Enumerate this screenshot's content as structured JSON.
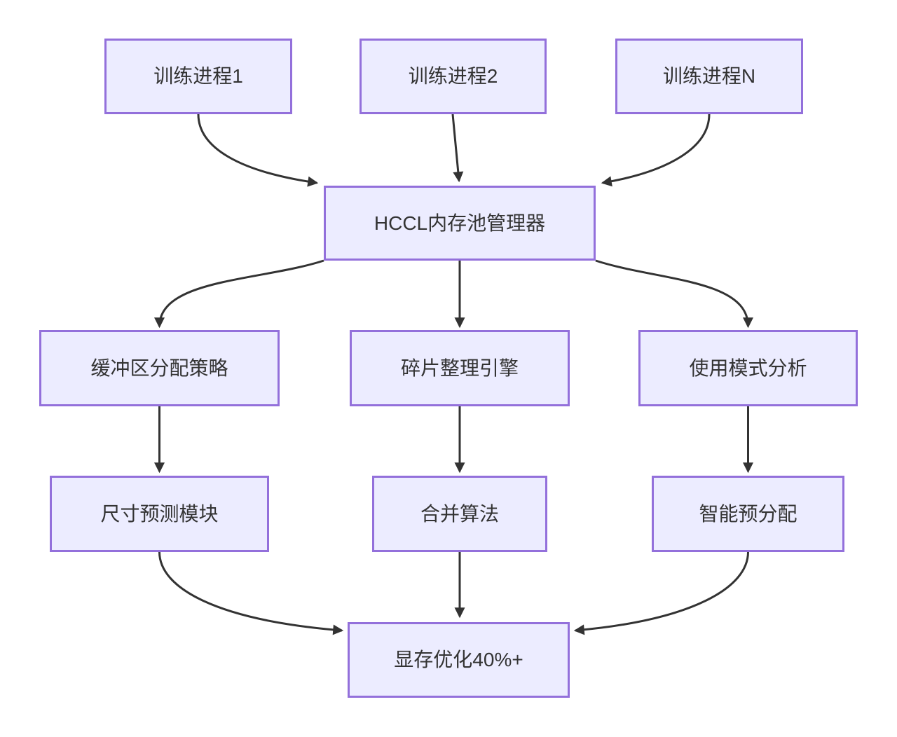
{
  "diagram": {
    "kind": "flowchart",
    "direction": "top-down",
    "background_color": "#ffffff",
    "node_fill_color": "#ECECFF",
    "node_border_color": "#9370DB",
    "edge_color": "#333333",
    "text_color": "#333333",
    "nodes": [
      {
        "id": "train1",
        "label": "训练进程1"
      },
      {
        "id": "train2",
        "label": "训练进程2"
      },
      {
        "id": "trainN",
        "label": "训练进程N"
      },
      {
        "id": "hccl",
        "label": "HCCL内存池管理器"
      },
      {
        "id": "buffer",
        "label": "缓冲区分配策略"
      },
      {
        "id": "defrag",
        "label": "碎片整理引擎"
      },
      {
        "id": "usage",
        "label": "使用模式分析"
      },
      {
        "id": "size",
        "label": "尺寸预测模块"
      },
      {
        "id": "merge",
        "label": "合并算法"
      },
      {
        "id": "prealloc",
        "label": "智能预分配"
      },
      {
        "id": "result",
        "label": "显存优化40%+"
      }
    ],
    "edges": [
      {
        "from": "train1",
        "to": "hccl"
      },
      {
        "from": "train2",
        "to": "hccl"
      },
      {
        "from": "trainN",
        "to": "hccl"
      },
      {
        "from": "hccl",
        "to": "buffer"
      },
      {
        "from": "hccl",
        "to": "defrag"
      },
      {
        "from": "hccl",
        "to": "usage"
      },
      {
        "from": "buffer",
        "to": "size"
      },
      {
        "from": "defrag",
        "to": "merge"
      },
      {
        "from": "usage",
        "to": "prealloc"
      },
      {
        "from": "size",
        "to": "result"
      },
      {
        "from": "merge",
        "to": "result"
      },
      {
        "from": "prealloc",
        "to": "result"
      }
    ]
  }
}
